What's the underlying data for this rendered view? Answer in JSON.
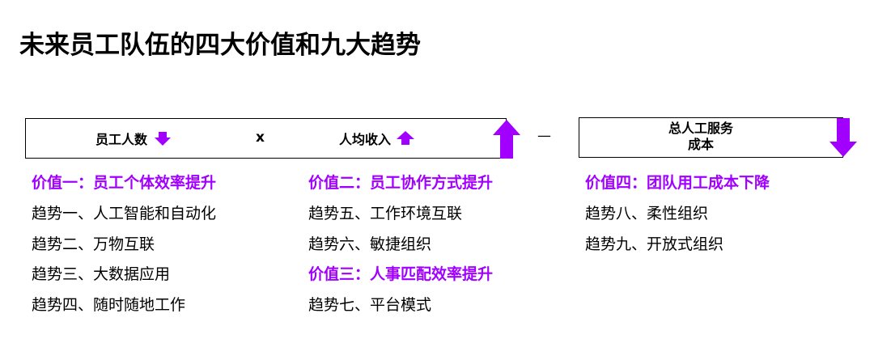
{
  "title": "未来员工队伍的四大价值和九大趋势",
  "formula": {
    "term1": "员工人数",
    "operator_times": "x",
    "term2": "人均收入",
    "operator_minus": "—",
    "term3_line1": "总人工服务",
    "term3_line2": "成本"
  },
  "columns": [
    {
      "items": [
        {
          "text": "价值一：员工个体效率提升"
        },
        {
          "text": "趋势一、人工智能和自动化"
        },
        {
          "text": "趋势二、万物互联"
        },
        {
          "text": "趋势三、大数据应用"
        },
        {
          "text": "趋势四、随时随地工作"
        }
      ]
    },
    {
      "items": [
        {
          "text": "价值二：员工协作方式提升"
        },
        {
          "text": "趋势五、工作环境互联"
        },
        {
          "text": "趋势六、敏捷组织"
        },
        {
          "text": "价值三：人事匹配效率提升"
        },
        {
          "text": "趋势七、平台模式"
        }
      ]
    },
    {
      "items": [
        {
          "text": "价值四：团队用工成本下降"
        },
        {
          "text": "趋势八、柔性组织"
        },
        {
          "text": "趋势九、开放式组织"
        }
      ]
    }
  ],
  "colors": {
    "accent": "#a100ff",
    "text": "#000000"
  },
  "icons": {
    "term1": "arrow-down-icon",
    "term2": "arrow-up-icon",
    "left_box": "big-arrow-up-icon",
    "right_box": "big-arrow-down-icon"
  }
}
